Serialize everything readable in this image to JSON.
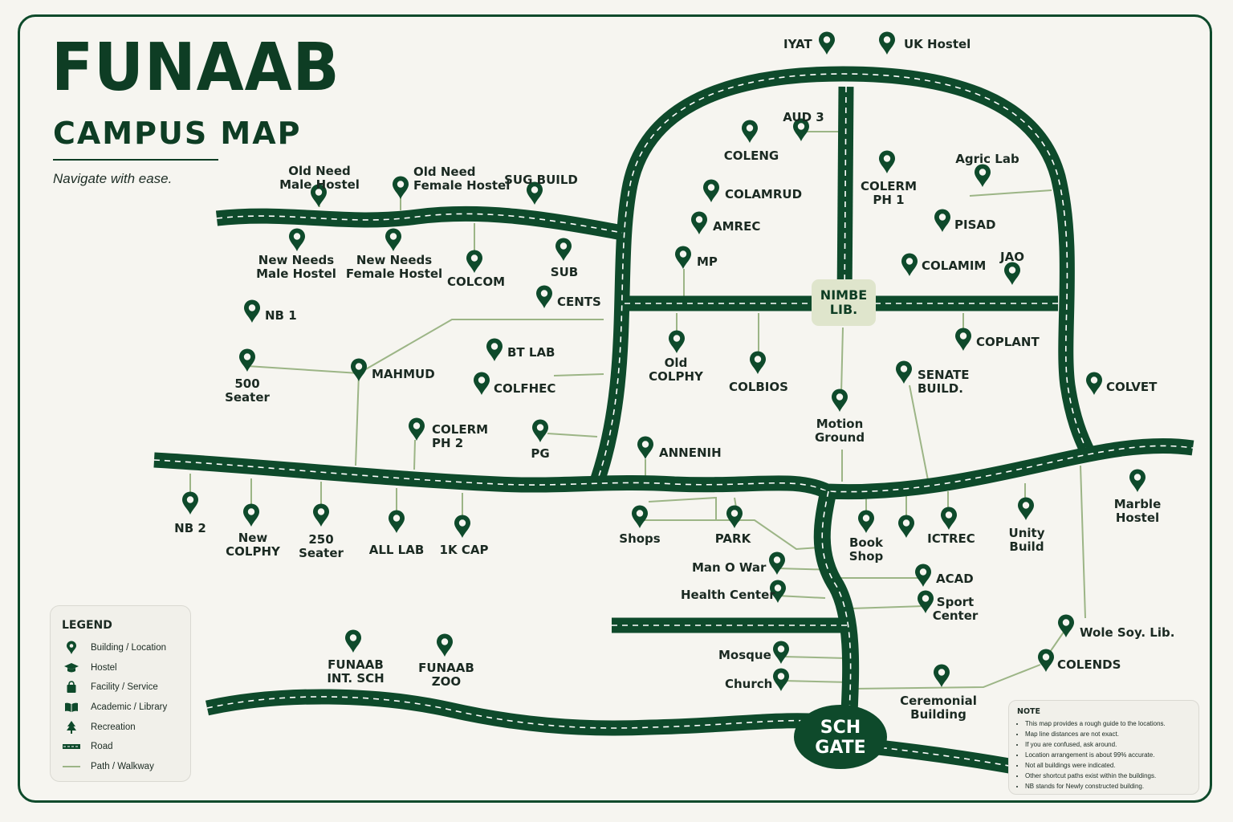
{
  "header": {
    "title": "FUNAAB",
    "subtitle": "CAMPUS MAP",
    "tagline": "Navigate with ease."
  },
  "colors": {
    "road": "#0e4a2b",
    "road_dash": "#ffffff",
    "path": "#9cb586",
    "pin": "#0e4a2b",
    "nimbe_badge": "#dfe5cc",
    "background": "#f6f5f0"
  },
  "landmarks": {
    "nimbe": "NIMBE\nLIB.",
    "gate": "SCH\nGATE"
  },
  "locations": [
    {
      "id": "iyat",
      "label": "IYAT"
    },
    {
      "id": "uk-hostel",
      "label": "UK Hostel"
    },
    {
      "id": "aud-3",
      "label": "AUD 3"
    },
    {
      "id": "coleng",
      "label": "COLENG"
    },
    {
      "id": "colerm-ph-1",
      "label": "COLERM\nPH 1"
    },
    {
      "id": "agric-lab",
      "label": "Agric Lab"
    },
    {
      "id": "colamrud",
      "label": "COLAMRUD"
    },
    {
      "id": "amrec",
      "label": "AMREC"
    },
    {
      "id": "pisad",
      "label": "PISAD"
    },
    {
      "id": "mp",
      "label": "MP"
    },
    {
      "id": "colamim",
      "label": "COLAMIM"
    },
    {
      "id": "jao",
      "label": "JAO"
    },
    {
      "id": "old-need-male-hostel",
      "label": "Old Need\nMale Hostel"
    },
    {
      "id": "old-need-female-hostel",
      "label": "Old Need\nFemale Hostel"
    },
    {
      "id": "sug-build",
      "label": "SUG BUILD"
    },
    {
      "id": "new-needs-male-hostel",
      "label": "New Needs\nMale Hostel"
    },
    {
      "id": "new-needs-female-hostel",
      "label": "New Needs\nFemale Hostel"
    },
    {
      "id": "colcom",
      "label": "COLCOM"
    },
    {
      "id": "sub",
      "label": "SUB"
    },
    {
      "id": "cents",
      "label": "CENTS"
    },
    {
      "id": "nb-1",
      "label": "NB 1"
    },
    {
      "id": "coplant",
      "label": "COPLANT"
    },
    {
      "id": "bt-lab",
      "label": "BT LAB"
    },
    {
      "id": "old-colphy",
      "label": "Old\nCOLPHY"
    },
    {
      "id": "colbios",
      "label": "COLBIOS"
    },
    {
      "id": "500-seater",
      "label": "500\nSeater"
    },
    {
      "id": "mahmud",
      "label": "MAHMUD"
    },
    {
      "id": "colfhec",
      "label": "COLFHEC"
    },
    {
      "id": "senate-build",
      "label": "SENATE\nBUILD."
    },
    {
      "id": "colvet",
      "label": "COLVET"
    },
    {
      "id": "motion-ground",
      "label": "Motion\nGround"
    },
    {
      "id": "colerm-ph-2",
      "label": "COLERM\nPH 2"
    },
    {
      "id": "pg",
      "label": "PG"
    },
    {
      "id": "annenih",
      "label": "ANNENIH"
    },
    {
      "id": "nb-2",
      "label": "NB 2"
    },
    {
      "id": "new-colphy",
      "label": "New\nCOLPHY"
    },
    {
      "id": "250-seater",
      "label": "250\nSeater"
    },
    {
      "id": "all-lab",
      "label": "ALL LAB"
    },
    {
      "id": "1k-cap",
      "label": "1K CAP"
    },
    {
      "id": "shops",
      "label": "Shops"
    },
    {
      "id": "park",
      "label": "PARK"
    },
    {
      "id": "book-shop",
      "label": "Book\nShop"
    },
    {
      "id": "unnamed-pin",
      "label": ""
    },
    {
      "id": "ictrec",
      "label": "ICTREC"
    },
    {
      "id": "unity-build",
      "label": "Unity\nBuild"
    },
    {
      "id": "marble-hostel",
      "label": "Marble\nHostel"
    },
    {
      "id": "man-o-war",
      "label": "Man O War"
    },
    {
      "id": "acad",
      "label": "ACAD"
    },
    {
      "id": "health-center",
      "label": "Health Center"
    },
    {
      "id": "sport-center",
      "label": "Sport\nCenter"
    },
    {
      "id": "wole-soy-lib",
      "label": "Wole Soy. Lib."
    },
    {
      "id": "colends",
      "label": "COLENDS"
    },
    {
      "id": "mosque",
      "label": "Mosque"
    },
    {
      "id": "church",
      "label": "Church"
    },
    {
      "id": "ceremonial-building",
      "label": "Ceremonial\nBuilding"
    },
    {
      "id": "funaab-int-sch",
      "label": "FUNAAB\nINT. SCH"
    },
    {
      "id": "funaab-zoo",
      "label": "FUNAAB\nZOO"
    }
  ],
  "legend": {
    "title": "LEGEND",
    "items": [
      {
        "label": "Building / Location",
        "icon": "pin-icon"
      },
      {
        "label": "Hostel",
        "icon": "graduation-cap-icon"
      },
      {
        "label": "Facility / Service",
        "icon": "shopping-bag-icon"
      },
      {
        "label": "Academic / Library",
        "icon": "book-icon"
      },
      {
        "label": "Recreation",
        "icon": "tree-icon"
      },
      {
        "label": "Road",
        "icon": "road-icon"
      },
      {
        "label": "Path / Walkway",
        "icon": "path-line-icon"
      }
    ]
  },
  "note": {
    "title": "NOTE",
    "items": [
      "This map provides a rough guide to the locations.",
      "Map line distances are not exact.",
      "If you are confused, ask around.",
      "Location arrangement is about 99% accurate.",
      "Not all buildings were indicated.",
      "Other shortcut paths exist within the buildings.",
      "NB stands for Newly constructed building."
    ]
  }
}
